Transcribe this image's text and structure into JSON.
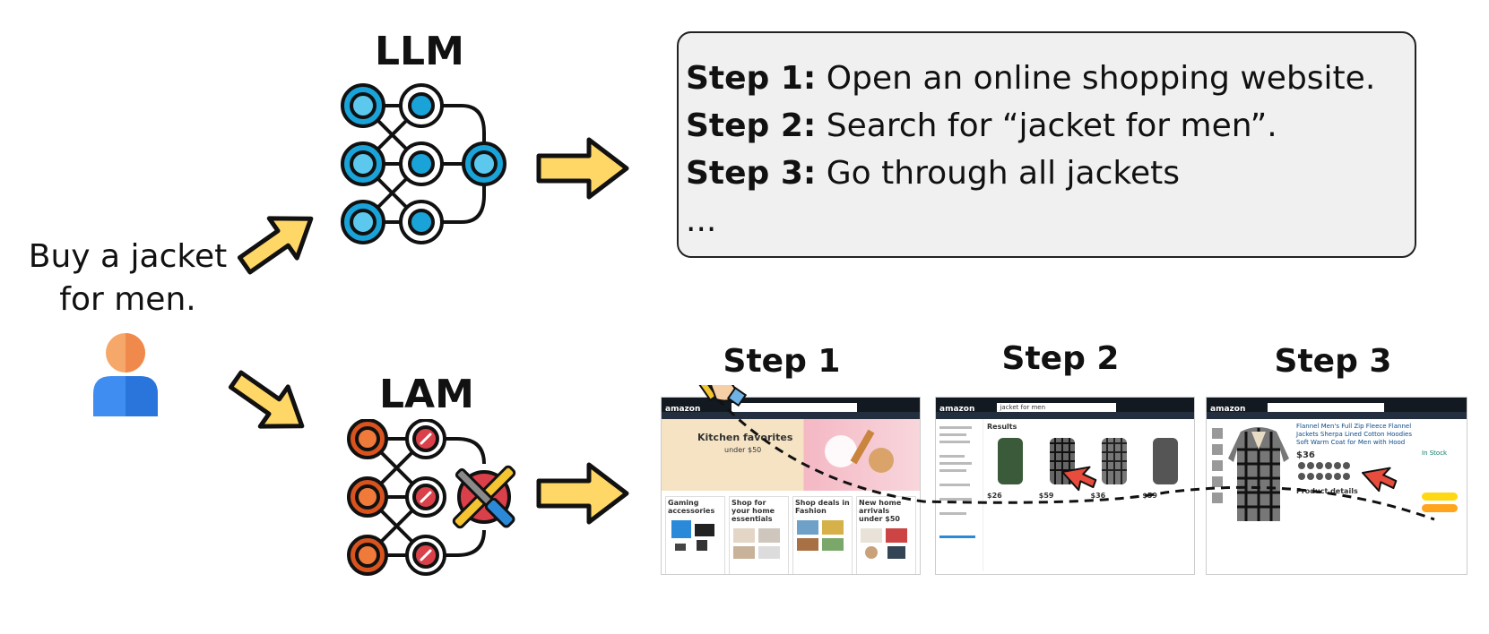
{
  "llm_label": "LLM",
  "lam_label": "LAM",
  "user_instruction": [
    "Buy a jacket",
    "for men."
  ],
  "llm_output": {
    "steps": [
      {
        "prefix": "Step 1:",
        "text": "Open an online shopping website."
      },
      {
        "prefix": "Step 2:",
        "text": "Search for “jacket for men”."
      },
      {
        "prefix": "Step 3:",
        "text": "Go through all jackets"
      }
    ],
    "ellipsis": "..."
  },
  "lam_steps": [
    {
      "title": "Step 1",
      "store_logo": "amazon",
      "banner": "Kitchen favorites",
      "banner_sub": "under $50",
      "cards": [
        "Gaming accessories",
        "Shop for your home essentials",
        "Shop deals in Fashion",
        "New home arrivals under $50"
      ]
    },
    {
      "title": "Step 2",
      "store_logo": "amazon",
      "search_value": "jacket for men",
      "section": "Results",
      "prices": [
        "$26",
        "$59",
        "$36",
        "$59"
      ]
    },
    {
      "title": "Step 3",
      "store_logo": "amazon",
      "product_title": "Flannel Men's Full Zip Fleece Flannel Jackets Sherpa Lined Cotton Hoodies Soft Warm Coat for Men with Hood",
      "price": "$36",
      "stock": "In Stock",
      "details": "Product details"
    }
  ],
  "colors": {
    "llm_node": "#1aa3d9",
    "lam_node": "#d9531e",
    "arrow_fill": "#ffd766",
    "box_bg": "#f0f0f0",
    "user_head": "#f6a86a",
    "user_body": "#3f8df0"
  },
  "icons": [
    "arrow-icon",
    "user-icon",
    "wrench-icon",
    "pointer-hand-icon",
    "writing-hand-icon",
    "neural-network-icon"
  ]
}
